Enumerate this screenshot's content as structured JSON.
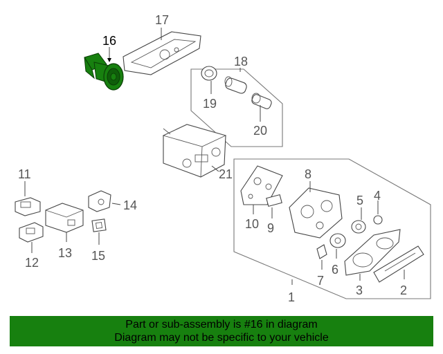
{
  "diagram": {
    "highlighted_part": "16",
    "highlight_color": "#17800f",
    "callouts": {
      "c1": "1",
      "c2": "2",
      "c3": "3",
      "c4": "4",
      "c5": "5",
      "c6": "6",
      "c7": "7",
      "c8": "8",
      "c9": "9",
      "c10": "10",
      "c11": "11",
      "c12": "12",
      "c13": "13",
      "c14": "14",
      "c15": "15",
      "c16": "16",
      "c17": "17",
      "c18": "18",
      "c19": "19",
      "c20": "20",
      "c21": "21"
    }
  },
  "footer": {
    "line1": "Part or sub-assembly is #16 in diagram",
    "line2": "Diagram may not be specific to your vehicle",
    "background": "#17800f"
  }
}
